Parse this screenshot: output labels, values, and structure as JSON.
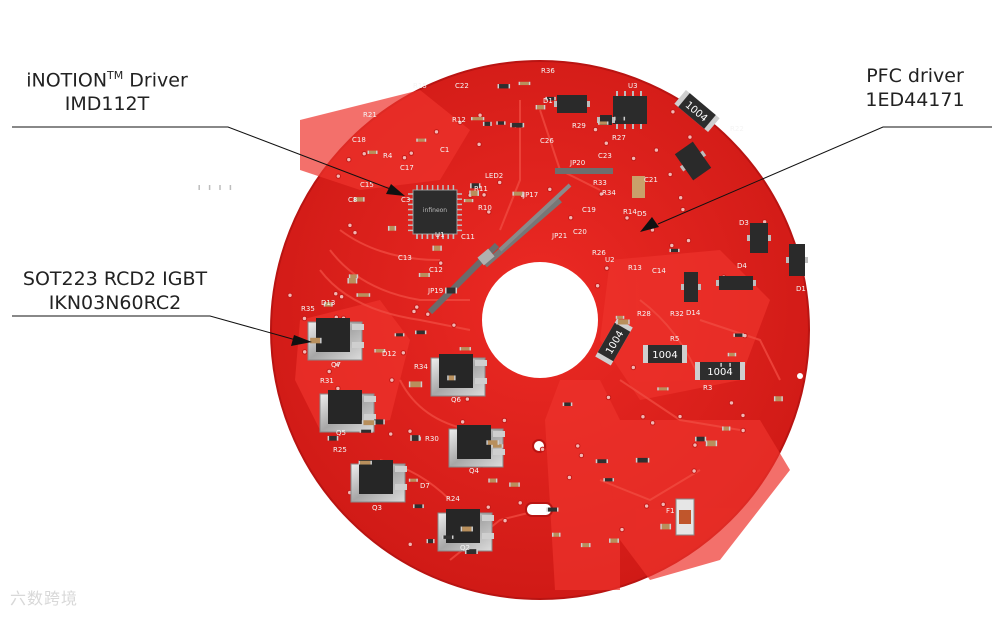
{
  "callouts": {
    "driver": {
      "name": "iNOTION",
      "sup": "TM",
      "suffix": " Driver",
      "part": "IMD112T"
    },
    "pfc": {
      "name": "PFC driver",
      "part": "1ED44171"
    },
    "igbt": {
      "name": "SOT223 RCD2 IGBT",
      "part": "IKN03N60RC2"
    }
  },
  "board": {
    "silkscreen": [
      "R36",
      "U3",
      "D1",
      "R29",
      "R27",
      "C26",
      "JP20",
      "C23",
      "C21",
      "R33",
      "R34",
      "C19",
      "R14",
      "D5",
      "D3",
      "D4",
      "D1",
      "R22",
      "C22",
      "R15",
      "R12",
      "R21",
      "C18",
      "C17",
      "R4",
      "C15",
      "C8",
      "C3",
      "C1",
      "U1",
      "C11",
      "C13",
      "C12",
      "JP19",
      "JP17",
      "JP21",
      "LED2",
      "R11",
      "R10",
      "R35",
      "D13",
      "Q7",
      "D12",
      "R34",
      "Q6",
      "R31",
      "Q5",
      "R30",
      "Q4",
      "R25",
      "Q3",
      "D7",
      "R24",
      "Q2",
      "R32",
      "R28",
      "D14",
      "R5",
      "R3",
      "F1",
      "C14",
      "R13",
      "U2",
      "R26",
      "C20"
    ],
    "component_marks": [
      "1004",
      "1004",
      "1004",
      "1004",
      "1004"
    ]
  },
  "watermark": "六数跨境",
  "colors": {
    "pcb": "#e11d1d",
    "pcb_dark": "#c41515",
    "trace": "#ef3a32",
    "silk": "#f2f2f2",
    "ic": "#2b2b2b",
    "pad": "#c9c9c9"
  }
}
